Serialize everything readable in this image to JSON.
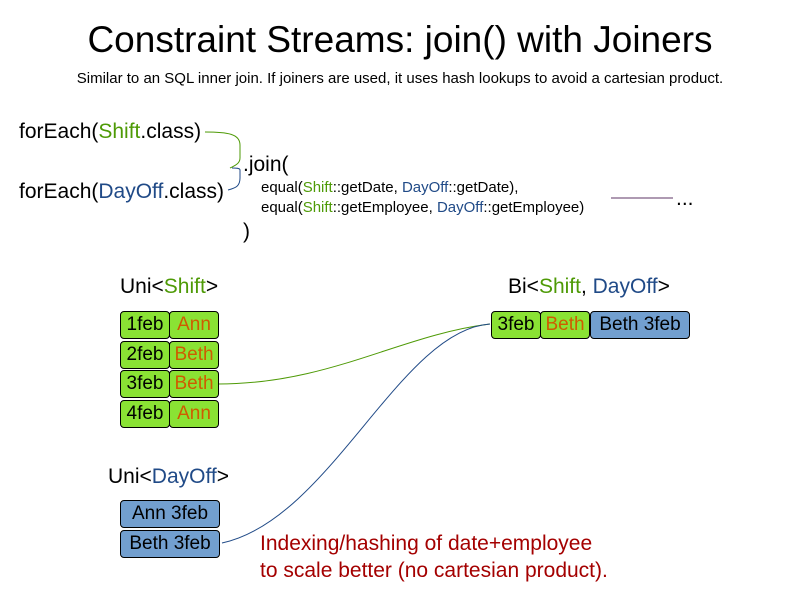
{
  "title": "Constraint Streams: join() with Joiners",
  "subtitle": "Similar to an SQL inner join. If joiners are used, it uses hash lookups to avoid a cartesian product.",
  "colors": {
    "shift": "#4e9a06",
    "dayoff": "#204a87",
    "employee": "#ce5c00",
    "note": "#a40000",
    "shift_fill": "#8ae234",
    "dayoff_fill": "#729fcf"
  },
  "code": {
    "line1": {
      "prefix": "forEach(",
      "type": "Shift",
      "suffix": ".class)"
    },
    "line2": {
      "prefix": "forEach(",
      "type": "DayOff",
      "suffix": ".class)"
    },
    "join_open": ".join(",
    "joiner1": {
      "fn": "equal(",
      "a_type": "Shift",
      "a_method": "::getDate, ",
      "b_type": "DayOff",
      "b_method": "::getDate),"
    },
    "joiner2": {
      "fn": "equal(",
      "a_type": "Shift",
      "a_method": "::getEmployee, ",
      "b_type": "DayOff",
      "b_method": "::getEmployee)"
    },
    "join_close": ")",
    "ellipsis": "..."
  },
  "uni_shift": {
    "label": {
      "prefix": "Uni<",
      "type": "Shift",
      "suffix": ">"
    },
    "rows": [
      {
        "date": "1feb",
        "employee": "Ann"
      },
      {
        "date": "2feb",
        "employee": "Beth"
      },
      {
        "date": "3feb",
        "employee": "Beth"
      },
      {
        "date": "4feb",
        "employee": "Ann"
      }
    ]
  },
  "uni_dayoff": {
    "label": {
      "prefix": "Uni<",
      "type": "DayOff",
      "suffix": ">"
    },
    "rows": [
      {
        "text": "Ann 3feb"
      },
      {
        "text": "Beth 3feb"
      }
    ]
  },
  "bi": {
    "label": {
      "prefix": "Bi<",
      "type_a": "Shift",
      "sep": ", ",
      "type_b": "DayOff",
      "suffix": ">"
    },
    "row": {
      "date": "3feb",
      "employee": "Beth",
      "dayoff": "Beth 3feb"
    }
  },
  "note": {
    "line1": "Indexing/hashing of date+employee",
    "line2": "to scale better (no cartesian product)."
  }
}
